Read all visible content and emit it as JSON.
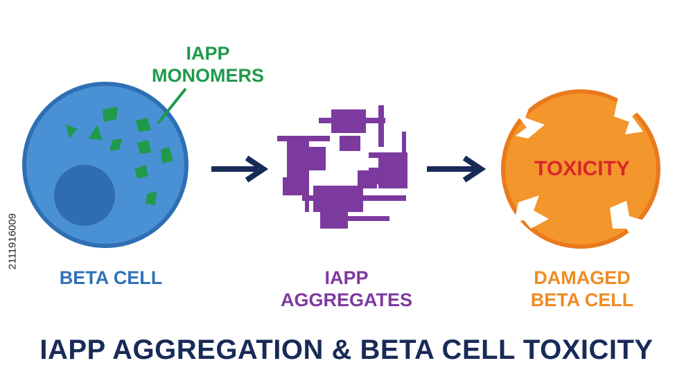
{
  "labels": {
    "monomers": "IAPP MONOMERS",
    "beta_cell": "BETA CELL",
    "aggregates_line1": "IAPP",
    "aggregates_line2": "AGGREGATES",
    "damaged_line1": "DAMAGED",
    "damaged_line2": "BETA CELL",
    "toxicity": "TOXICITY"
  },
  "title": "IAPP AGGREGATION & BETA CELL TOXICITY",
  "watermark_id": "2111916009",
  "colors": {
    "beta_cell_fill": "#4a90d4",
    "beta_cell_border": "#2e6fb3",
    "nucleus": "#2f6cb0",
    "monomer": "#1f9a4a",
    "aggregate": "#7c3a9e",
    "damaged_fill": "#f3962b",
    "damaged_border": "#e9791d",
    "arrow": "#182b57",
    "toxicity_text": "#d9262a"
  },
  "icons": {
    "arrow_1": "right-arrow-icon",
    "arrow_2": "right-arrow-icon"
  }
}
